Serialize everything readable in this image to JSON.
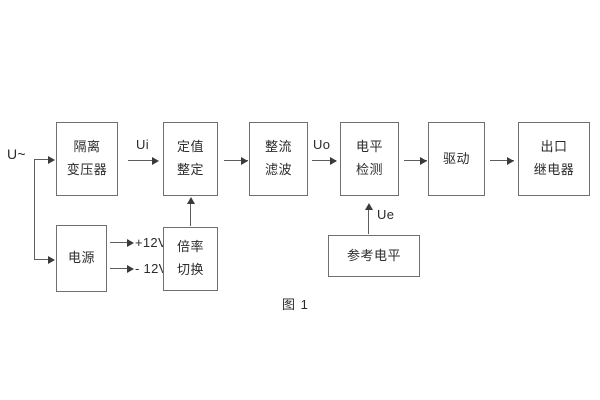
{
  "diagram": {
    "caption": "图 1",
    "source_label": "U~",
    "blocks": [
      {
        "id": "isolation-transformer",
        "lines": [
          "隔离",
          "变压器"
        ]
      },
      {
        "id": "setting-value",
        "lines": [
          "定值",
          "整定"
        ]
      },
      {
        "id": "rectify-filter",
        "lines": [
          "整流",
          "滤波"
        ]
      },
      {
        "id": "level-detect",
        "lines": [
          "电平",
          "检测"
        ]
      },
      {
        "id": "drive",
        "lines": [
          "驱动"
        ]
      },
      {
        "id": "output-relay",
        "lines": [
          "出口",
          "继电器"
        ]
      },
      {
        "id": "power-supply",
        "lines": [
          "电源"
        ]
      },
      {
        "id": "multiplier-switch",
        "lines": [
          "倍率",
          "切换"
        ]
      },
      {
        "id": "reference-level",
        "lines": [
          "参考电平"
        ]
      }
    ],
    "signal_labels": [
      {
        "id": "ui",
        "text": "Ui"
      },
      {
        "id": "uo",
        "text": "Uo"
      },
      {
        "id": "ue",
        "text": "Ue"
      }
    ],
    "rail_labels": [
      {
        "id": "rail-positive",
        "text": "+12V"
      },
      {
        "id": "rail-negative",
        "text": "- 12V"
      }
    ]
  },
  "colors": {
    "box_border": "#6f6f6f",
    "wire": "#5d5d5d",
    "text": "#2b2b2b",
    "background": "#ffffff"
  }
}
